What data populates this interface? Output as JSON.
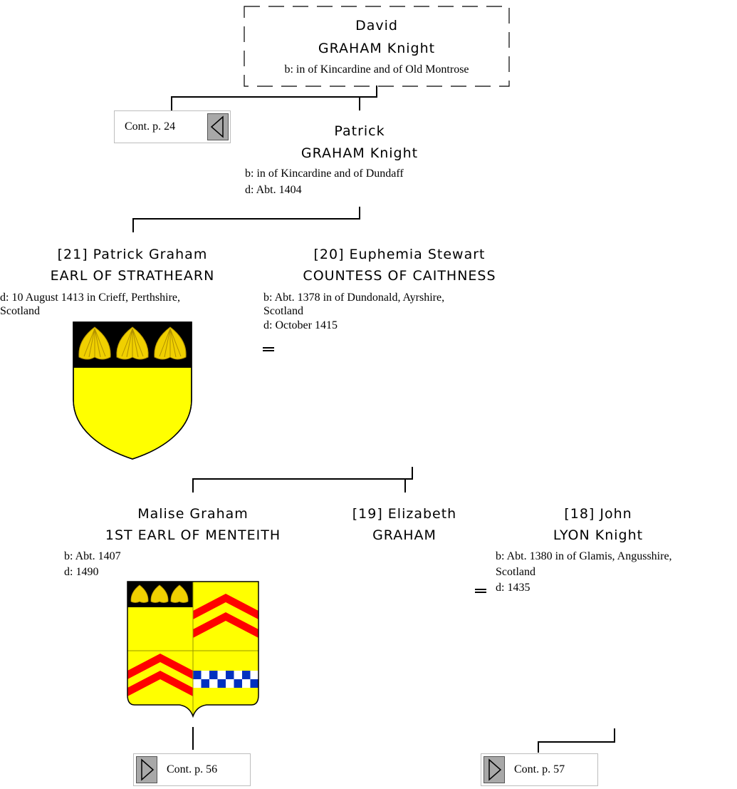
{
  "david": {
    "given": "David",
    "surname": "GRAHAM Knight",
    "birth": "b: in of Kincardine and of Old Montrose"
  },
  "cont_top": {
    "label": "Cont. p. 24"
  },
  "patrick_knight": {
    "given": "Patrick",
    "surname": "GRAHAM Knight",
    "birth": "b: in of Kincardine and of Dundaff",
    "death": "d: Abt. 1404"
  },
  "patrick_earl": {
    "name": "[21] Patrick Graham",
    "title": "EARL OF STRATHEARN",
    "death": "d: 10 August 1413 in Crieff, Perthshire,",
    "death_cont": "Scotland"
  },
  "euphemia": {
    "name": "[20] Euphemia Stewart",
    "title": "COUNTESS OF CAITHNESS",
    "birth": "b: Abt. 1378 in of Dundonald, Ayrshire,",
    "birth_cont": "Scotland",
    "death": "d: October 1415"
  },
  "malise": {
    "name": "Malise Graham",
    "title": "1ST EARL OF MENTEITH",
    "birth": "b: Abt. 1407",
    "death": "d: 1490"
  },
  "elizabeth": {
    "name": "[19] Elizabeth",
    "surname": "GRAHAM"
  },
  "john": {
    "name": "[18] John",
    "surname": "LYON Knight",
    "birth": "b: Abt. 1380 in of Glamis, Angusshire,",
    "birth_cont": "Scotland",
    "death": "d: 1435"
  },
  "cont_left": {
    "label": "Cont. p. 56"
  },
  "cont_right": {
    "label": "Cont. p. 57"
  },
  "colors": {
    "shield_yellow": "#ffff00",
    "shell_yellow": "#f0d000",
    "chief_black": "#000000",
    "chevron_red": "#ff0000",
    "check_blue": "#0030c0"
  }
}
